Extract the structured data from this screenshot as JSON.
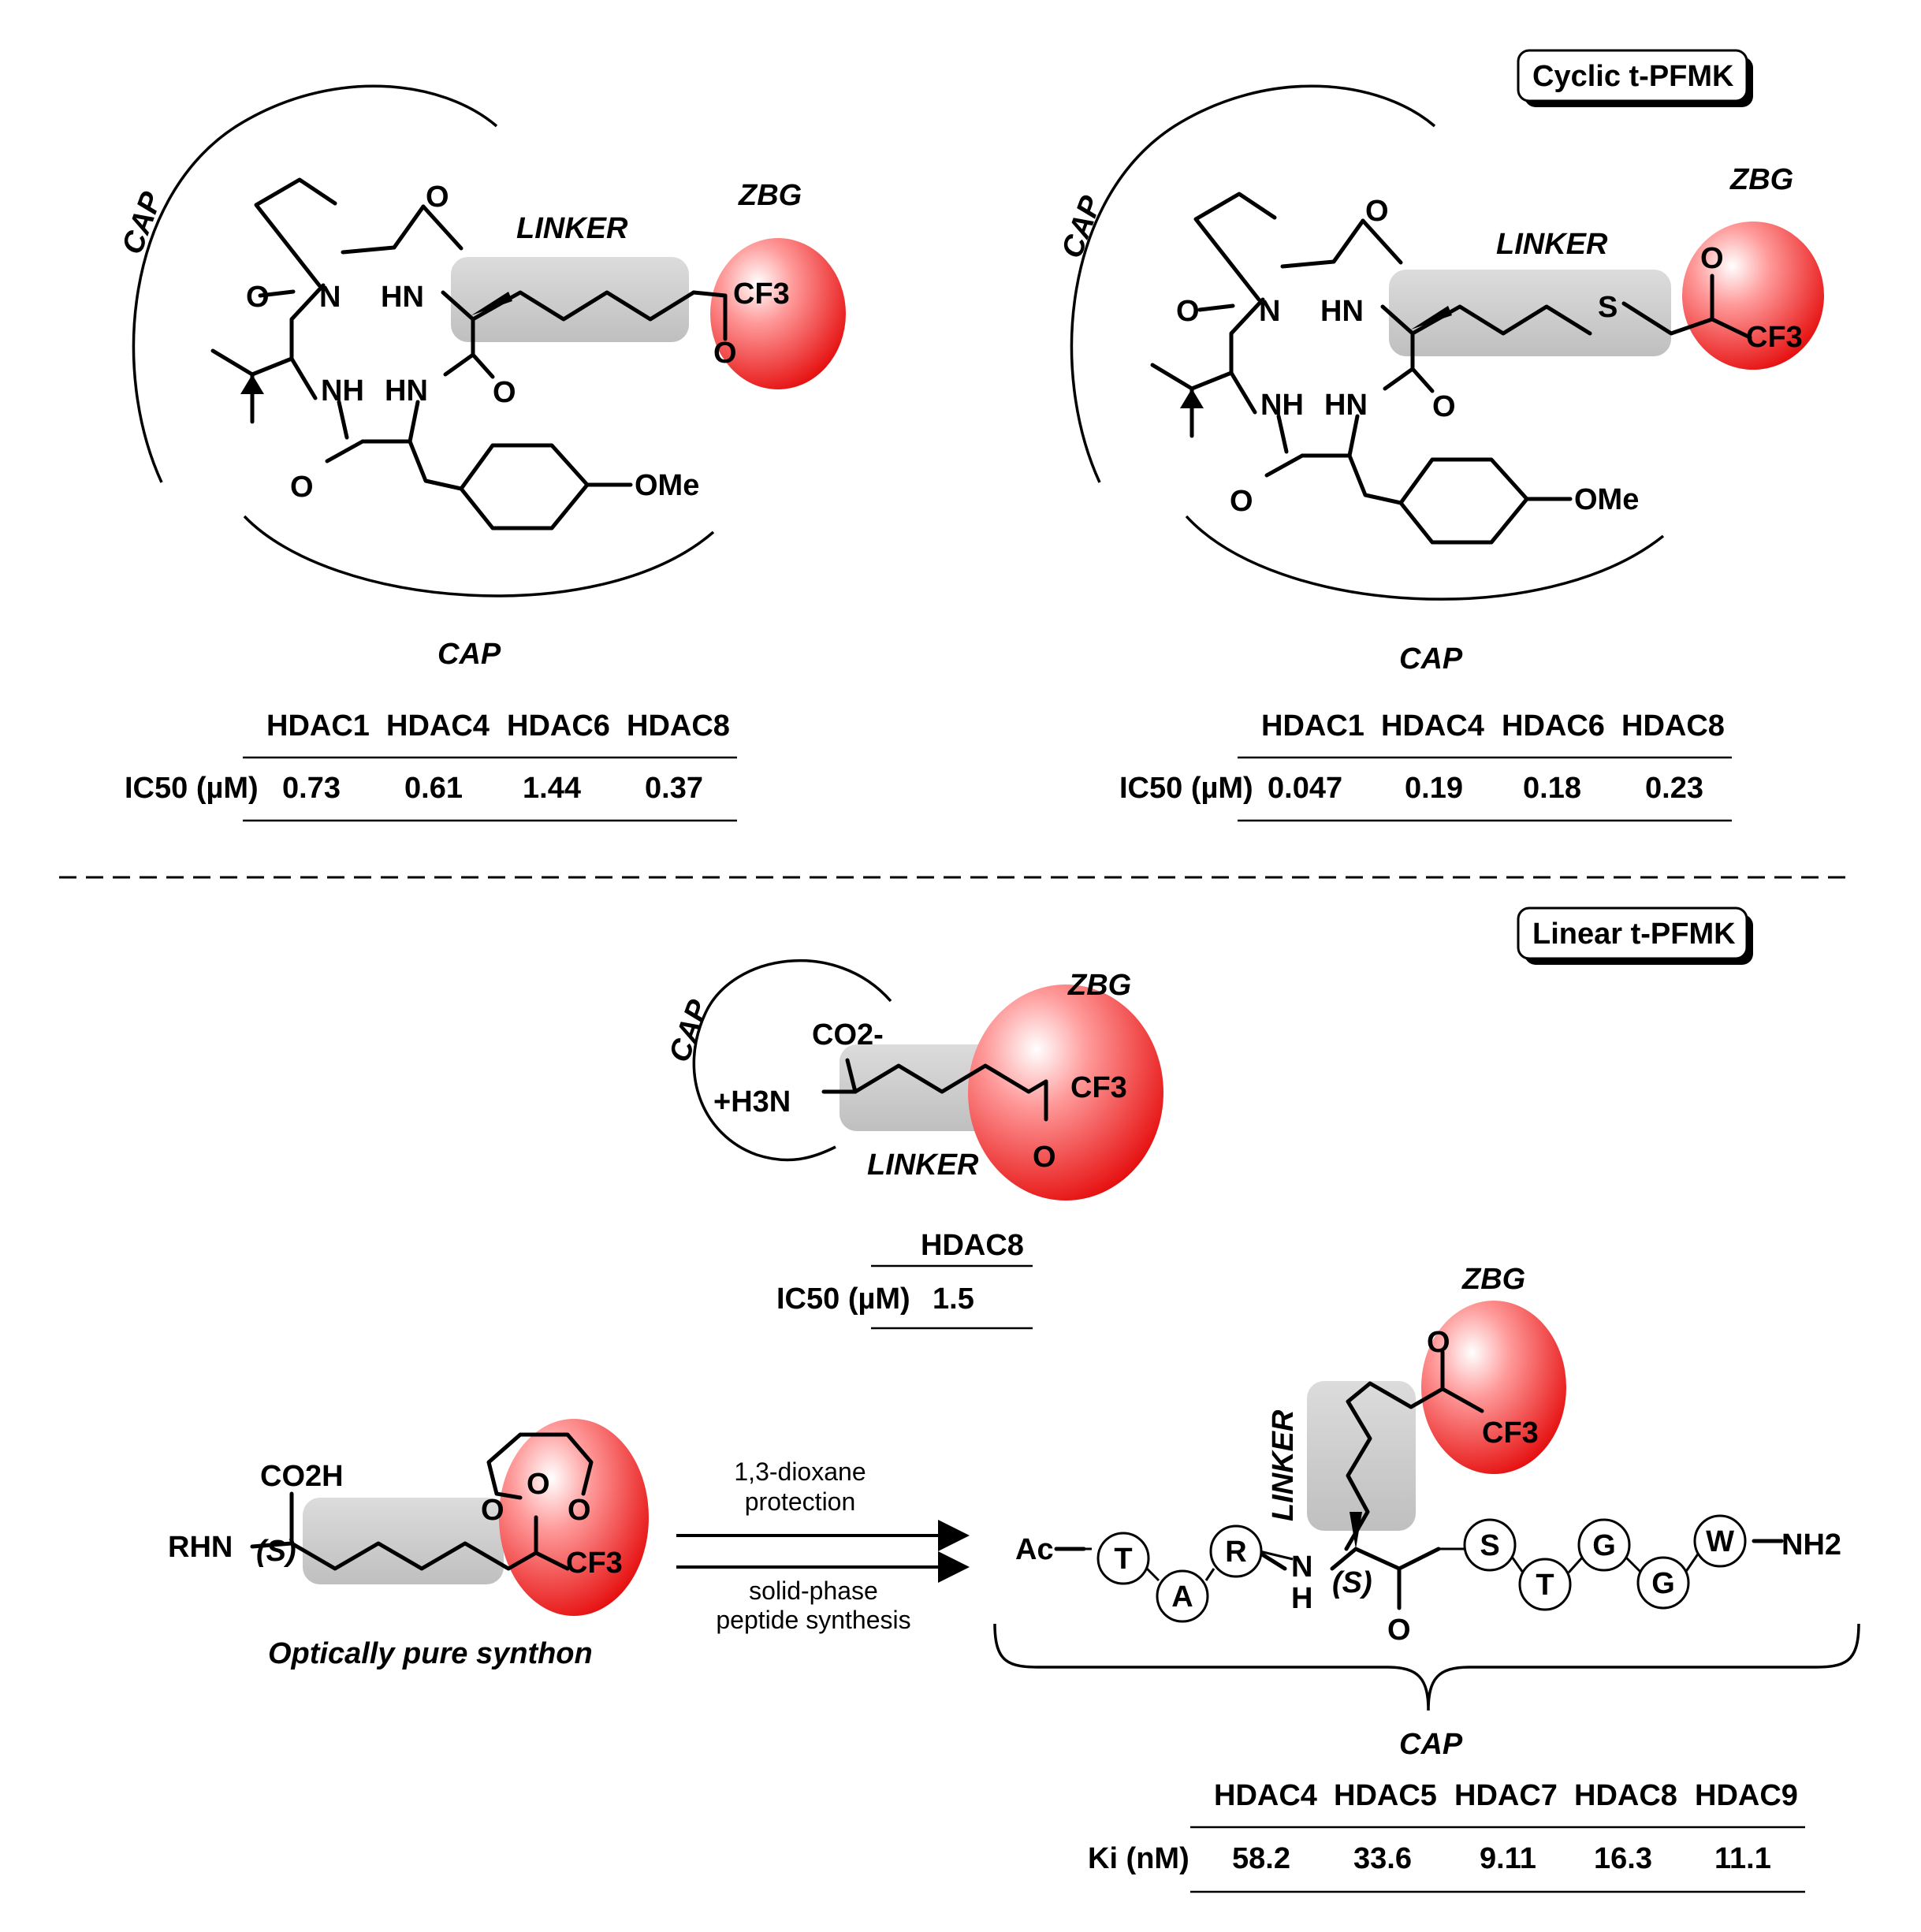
{
  "labels": {
    "cap": "CAP",
    "zbg": "ZBG",
    "linker": "LINKER",
    "cf3": "CF3",
    "o": "O",
    "s": "S",
    "ome": "OMe",
    "nh": "NH",
    "hn": "HN",
    "n": "N",
    "h": "H",
    "h3n": "+H3N",
    "co2": "CO2-",
    "co2h": "CO2H",
    "rhn": "RHN",
    "stereo_s": "(S)",
    "ac": "Ac",
    "nh2": "NH2"
  },
  "badges": {
    "cyclic": "Cyclic t-PFMK",
    "linear": "Linear t-PFMK"
  },
  "synthon_caption": "Optically pure synthon",
  "arrow_text": {
    "top_line1": "1,3-dioxane",
    "top_line2": "protection",
    "bottom_line1": "solid-phase",
    "bottom_line2": "peptide synthesis"
  },
  "peptide": {
    "residues": [
      "T",
      "A",
      "R",
      "S",
      "T",
      "G",
      "G",
      "W"
    ]
  },
  "tables": [
    {
      "row_label": "IC50 (µM)",
      "headers": [
        "HDAC1",
        "HDAC4",
        "HDAC6",
        "HDAC8"
      ],
      "values": [
        "0.73",
        "0.61",
        "1.44",
        "0.37"
      ]
    },
    {
      "row_label": "IC50 (µM)",
      "headers": [
        "HDAC1",
        "HDAC4",
        "HDAC6",
        "HDAC8"
      ],
      "values": [
        "0.047",
        "0.19",
        "0.18",
        "0.23"
      ]
    },
    {
      "row_label": "IC50 (µM)",
      "headers": [
        "HDAC8"
      ],
      "values": [
        "1.5"
      ]
    },
    {
      "row_label": "Ki (nM)",
      "headers": [
        "HDAC4",
        "HDAC5",
        "HDAC7",
        "HDAC8",
        "HDAC9"
      ],
      "values": [
        "58.2",
        "33.6",
        "9.11",
        "16.3",
        "11.1"
      ]
    }
  ],
  "colors": {
    "zbg_red": "#ee1c1c",
    "linker_gray": "#c8c8c8",
    "bond": "#000000"
  }
}
